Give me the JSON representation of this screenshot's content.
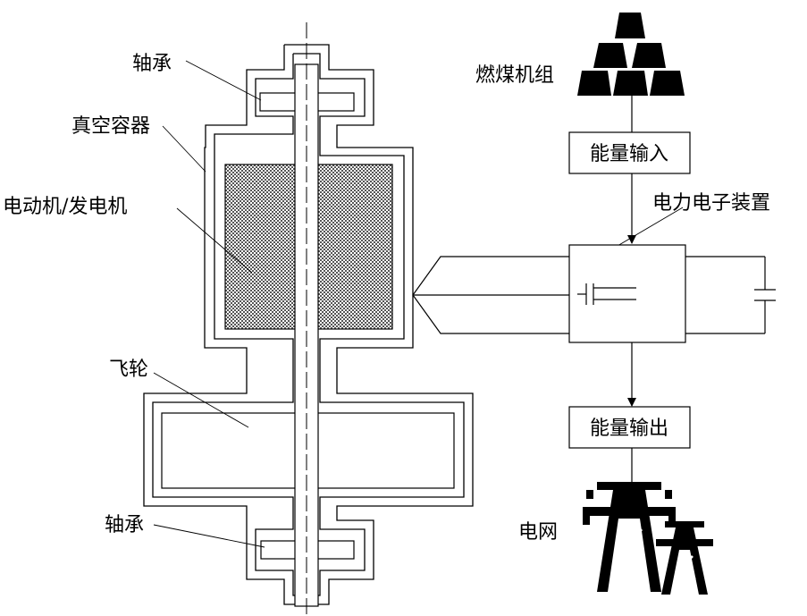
{
  "labels": {
    "bearing_top": "轴承",
    "vacuum_container": "真空容器",
    "motor_generator": "电动机/发电机",
    "flywheel": "飞轮",
    "bearing_bottom": "轴承",
    "coal_unit": "燃煤机组",
    "energy_input": "能量输入",
    "power_electronics": "电力电子装置",
    "energy_output": "能量输出",
    "grid": "电网"
  },
  "colors": {
    "line": "#000000",
    "background": "#ffffff",
    "fill_dark": "#000000"
  },
  "icons": {
    "coal_unit": "coal-pile-icon",
    "grid": "power-tower-icon",
    "capacitor": "capacitor-icon"
  }
}
